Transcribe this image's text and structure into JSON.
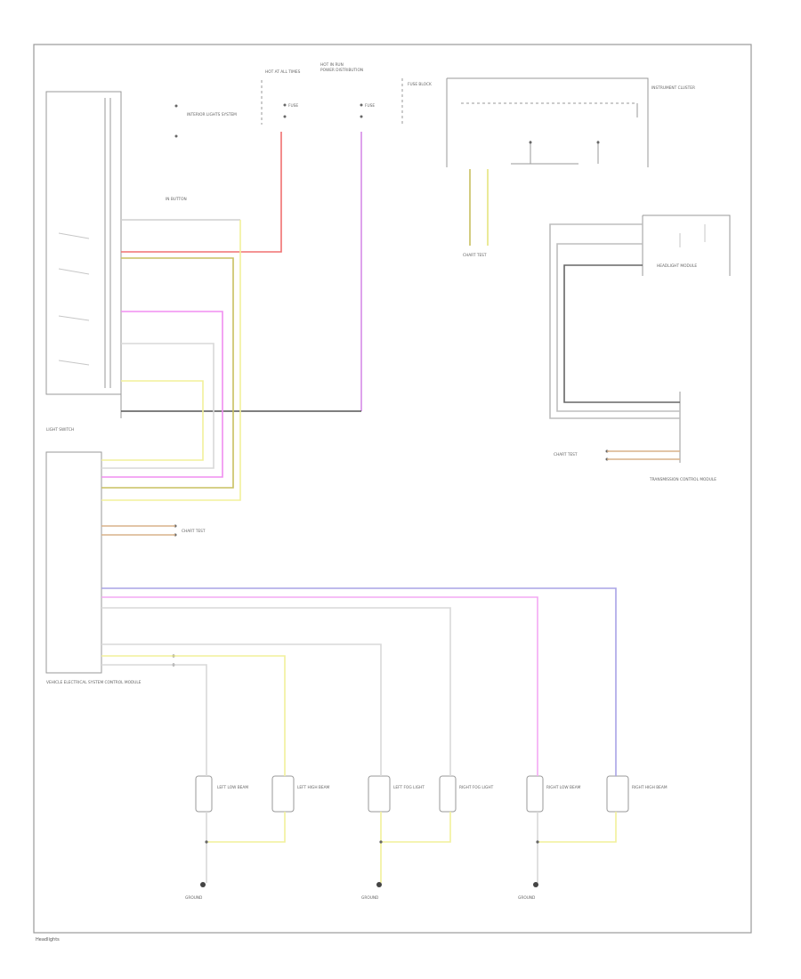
{
  "labels": {
    "hot_at_all_times": "HOT AT ALL TIMES",
    "hot_in_run": "HOT IN RUN",
    "fuse_block": "FUSE BLOCK",
    "fuse_1": "FUSE",
    "fuse_2": "FUSE",
    "power_distribution": "POWER DISTRIBUTION",
    "instrument_cluster": "INSTRUMENT CLUSTER",
    "light_switch": "LIGHT SWITCH",
    "interior_lights": "INTERIOR LIGHTS SYSTEM",
    "in_button": "IN BUTTON",
    "vehicle_control": "VEHICLE ELECTRICAL SYSTEM CONTROL MODULE",
    "headlight_module": "HEADLIGHT MODULE",
    "trans_control": "TRANSMISSION CONTROL MODULE",
    "chart_test_1": "CHART TEST",
    "chart_test_2": "CHART TEST",
    "chart_test_3": "CHART TEST",
    "left_low_beam": "LEFT LOW BEAM",
    "left_high_beam": "LEFT HIGH BEAM",
    "left_fog": "LEFT FOG LIGHT",
    "right_fog": "RIGHT FOG LIGHT",
    "right_low_beam": "RIGHT LOW BEAM",
    "right_high_beam": "RIGHT HIGH BEAM",
    "ground_1": "GROUND",
    "ground_2": "GROUND",
    "ground_3": "GROUND",
    "footer": "Headlights"
  },
  "colors": {
    "red": "#f07070",
    "yellow": "#f2f09a",
    "purple": "#d68ae8",
    "magenta": "#f08ef0",
    "violet": "#a9a3e6",
    "black": "#444444",
    "gray": "#c8c8c8",
    "brown": "#bfa178",
    "olive": "#b8b048",
    "green": "#9bd48b"
  }
}
